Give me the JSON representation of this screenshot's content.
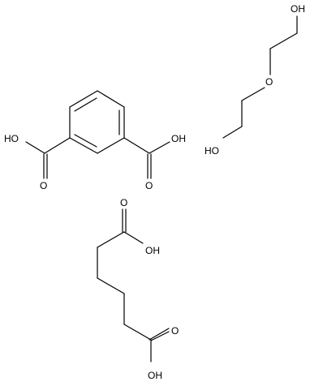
{
  "structures": {
    "isophthalic_acid": {
      "oh_left": "HO",
      "o_left": "O",
      "oh_right": "OH",
      "o_right": "O"
    },
    "diethylene_glycol": {
      "oh_top": "OH",
      "o_ether": "O",
      "oh_bottom": "HO"
    },
    "adipic_acid": {
      "o_top": "O",
      "oh_top": "OH",
      "o_bottom": "O",
      "oh_bottom": "OH"
    }
  }
}
